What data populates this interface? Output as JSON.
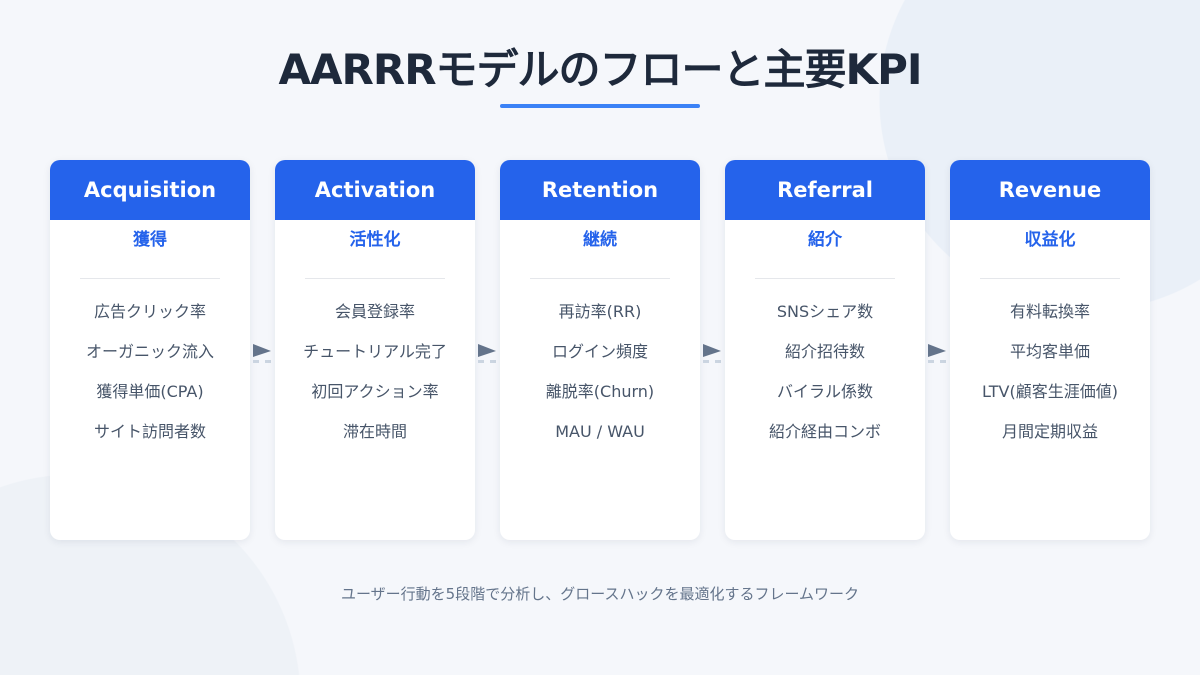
{
  "title": "AARRRモデルのフローと主要KPI",
  "stages": [
    {
      "name": "Acquisition",
      "jp": "獲得",
      "kpis": [
        "広告クリック率",
        "オーガニック流入",
        "獲得単価(CPA)",
        "サイト訪問者数"
      ]
    },
    {
      "name": "Activation",
      "jp": "活性化",
      "kpis": [
        "会員登録率",
        "チュートリアル完了",
        "初回アクション率",
        "滞在時間"
      ]
    },
    {
      "name": "Retention",
      "jp": "継続",
      "kpis": [
        "再訪率(RR)",
        "ログイン頻度",
        "離脱率(Churn)",
        "MAU / WAU"
      ]
    },
    {
      "name": "Referral",
      "jp": "紹介",
      "kpis": [
        "SNSシェア数",
        "紹介招待数",
        "バイラル係数",
        "紹介経由コンボ"
      ]
    },
    {
      "name": "Revenue",
      "jp": "収益化",
      "kpis": [
        "有料転換率",
        "平均客単価",
        "LTV(顧客生涯価値)",
        "月間定期収益"
      ]
    }
  ],
  "footer": "ユーザー行動を5段階で分析し、グロースハックを最適化するフレームワーク",
  "colors": {
    "accent": "#2563eb",
    "title": "#1e293b",
    "arrow": "#64748b"
  }
}
